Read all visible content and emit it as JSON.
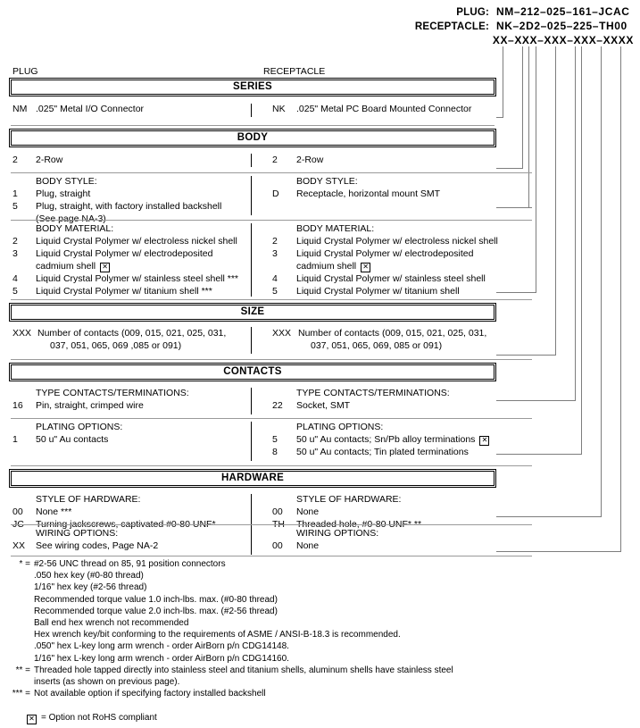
{
  "header": {
    "plug_label": "PLUG:",
    "receptacle_label": "RECEPTACLE:",
    "plug_value": "NM–212–025–161–JCAC",
    "receptacle_value": "NK–2D2–025–225–TH00",
    "template_value": "XX–XXX–XXX–XXX–XXXX"
  },
  "columns": {
    "plug": "PLUG",
    "receptacle": "RECEPTACLE"
  },
  "sections": {
    "series": {
      "title": "SERIES",
      "plug": {
        "code": "NM",
        "text": ".025\" Metal I/O Connector"
      },
      "receptacle": {
        "code": "NK",
        "text": ".025\" Metal PC Board Mounted Connector"
      }
    },
    "body": {
      "title": "BODY",
      "row_label": "",
      "plug_row": {
        "code": "2",
        "text": "2-Row"
      },
      "receptacle_row": {
        "code": "2",
        "text": "2-Row"
      },
      "style_heading": "BODY STYLE:",
      "plug_styles": [
        {
          "code": "1",
          "text": "Plug, straight"
        },
        {
          "code": "5",
          "text": "Plug, straight, with factory installed backshell"
        },
        {
          "code": "",
          "text": "(See page NA-3)"
        }
      ],
      "receptacle_styles": [
        {
          "code": "D",
          "text": "Receptacle, horizontal mount SMT"
        }
      ],
      "material_heading": "BODY MATERIAL:",
      "plug_materials": [
        {
          "code": "2",
          "text": "Liquid Crystal Polymer w/ electroless nickel shell",
          "rohs": false
        },
        {
          "code": "3",
          "text": "Liquid Crystal Polymer w/ electrodeposited",
          "rohs": false
        },
        {
          "code": "",
          "text": "cadmium shell",
          "rohs": true
        },
        {
          "code": "4",
          "text": "Liquid Crystal Polymer w/ stainless steel shell ***",
          "rohs": false
        },
        {
          "code": "5",
          "text": "Liquid Crystal Polymer w/ titanium shell ***",
          "rohs": false
        }
      ],
      "receptacle_materials": [
        {
          "code": "2",
          "text": "Liquid Crystal Polymer w/ electroless nickel shell",
          "rohs": false
        },
        {
          "code": "3",
          "text": "Liquid Crystal Polymer w/ electrodeposited",
          "rohs": false
        },
        {
          "code": "",
          "text": "cadmium shell",
          "rohs": true
        },
        {
          "code": "4",
          "text": "Liquid Crystal Polymer w/ stainless steel shell",
          "rohs": false
        },
        {
          "code": "5",
          "text": "Liquid Crystal Polymer w/ titanium shell",
          "rohs": false
        }
      ]
    },
    "size": {
      "title": "SIZE",
      "plug": {
        "code": "XXX",
        "line1": "Number of contacts (009, 015, 021, 025, 031,",
        "line2": "037, 051, 065, 069 ,085 or 091)"
      },
      "receptacle": {
        "code": "XXX",
        "line1": "Number of contacts (009, 015, 021, 025, 031,",
        "line2": "037, 051, 065, 069, 085 or 091)"
      }
    },
    "contacts": {
      "title": "CONTACTS",
      "type_heading": "TYPE CONTACTS/TERMINATIONS:",
      "plug_types": [
        {
          "code": "16",
          "text": "Pin, straight, crimped wire"
        }
      ],
      "receptacle_types": [
        {
          "code": "22",
          "text": "Socket, SMT"
        }
      ],
      "plating_heading": "PLATING OPTIONS:",
      "plug_plating": [
        {
          "code": "1",
          "text": "50 u\" Au contacts",
          "rohs": false
        }
      ],
      "receptacle_plating": [
        {
          "code": "5",
          "text": "50 u\" Au contacts; Sn/Pb alloy terminations",
          "rohs": true
        },
        {
          "code": "8",
          "text": "50 u\" Au contacts; Tin plated terminations",
          "rohs": false
        }
      ]
    },
    "hardware": {
      "title": "HARDWARE",
      "style_heading": "STYLE OF HARDWARE:",
      "plug_styles": [
        {
          "code": "00",
          "text": "None  ***"
        },
        {
          "code": "JC",
          "text": "Turning jackscrews, captivated #0-80 UNF*"
        }
      ],
      "receptacle_styles": [
        {
          "code": "00",
          "text": "None"
        },
        {
          "code": "TH",
          "text": "Threaded hole, #0-80 UNF*  **"
        }
      ],
      "wiring_heading": "WIRING OPTIONS:",
      "plug_wiring": [
        {
          "code": "XX",
          "text": "See wiring codes, Page NA-2"
        }
      ],
      "receptacle_wiring": [
        {
          "code": "00",
          "text": "None"
        }
      ]
    }
  },
  "footnotes": [
    {
      "mark": "* =",
      "lines": [
        "#2-56 UNC thread on 85, 91 position connectors",
        ".050 hex key (#0-80 thread)",
        "1/16\" hex key (#2-56 thread)",
        "Recommended torque value 1.0 inch-lbs. max. (#0-80 thread)",
        "Recommended torque value 2.0 inch-lbs. max. (#2-56 thread)",
        "Ball end hex wrench not recommended",
        "Hex wrench key/bit conforming to the requirements of ASME / ANSI-B-18.3 is recommended.",
        ".050\" hex L-key long arm wrench - order AirBorn p/n CDG14148.",
        "1/16\" hex L-key long arm wrench - order AirBorn p/n CDG14160."
      ]
    },
    {
      "mark": "** =",
      "lines": [
        "Threaded hole tapped directly into stainless steel and titanium shells, aluminum shells have stainless steel",
        "inserts (as shown on previous page)."
      ]
    },
    {
      "mark": "*** =",
      "lines": [
        "Not available option if specifying factory installed backshell"
      ]
    }
  ],
  "legend": {
    "symbol": "☒",
    "text": "= Option not RoHS compliant"
  }
}
